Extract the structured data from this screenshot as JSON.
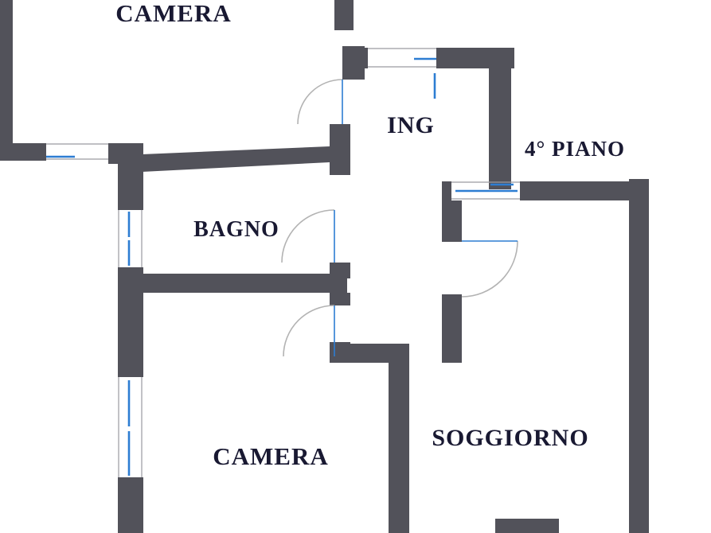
{
  "plan": {
    "rooms": {
      "camera_top": "CAMERA",
      "ing": "ING",
      "bagno": "BAGNO",
      "camera_bottom": "CAMERA",
      "soggiorno": "SOGGIORNO"
    },
    "floor_note": "4° PIANO"
  },
  "colors": {
    "background": "#ffffff",
    "wall": "#52525a",
    "label": "#191932",
    "window_mark": "#2d7dd2",
    "door_arc": "#b3b3b3",
    "jamb_line": "#9a9aa0"
  }
}
